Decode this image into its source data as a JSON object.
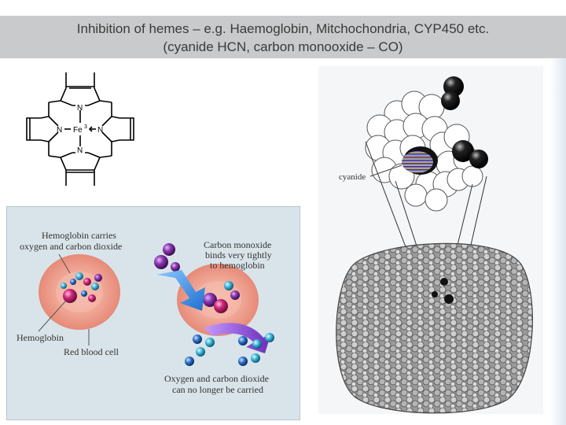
{
  "slide": {
    "title_line1": "Inhibition of hemes – e.g. Haemoglobin, Mitchochondria, CYP450 etc.",
    "title_line2": "(cyanide HCN, carbon monooxide – CO)"
  },
  "heme_structure": {
    "atoms": {
      "n_top": "N",
      "n_left": "N",
      "n_right": "N",
      "n_bottom": "N",
      "iron": "Fe",
      "iron_charge": "3"
    }
  },
  "rbc_diagram": {
    "label_carries_line1": "Hemoglobin carries",
    "label_carries_line2": "oxygen and carbon dioxide",
    "label_hemoglobin": "Hemoglobin",
    "label_rbc": "Red blood cell",
    "label_co_line1": "Carbon monoxide",
    "label_co_line2": "binds very tightly",
    "label_co_line3": "to hemoglobin",
    "label_bottom_line1": "Oxygen and carbon dioxide",
    "label_bottom_line2": "can no longer be carried"
  },
  "cytochrome_diagram": {
    "label_cyanide": "cyanide"
  },
  "colors": {
    "title_bar": "#c9cacb",
    "rbc_fill": "#f2a99a",
    "panel_bg": "#d9e4ea",
    "arrow_blue": "#2f8fd8",
    "arrow_purple": "#7a3fc0"
  }
}
